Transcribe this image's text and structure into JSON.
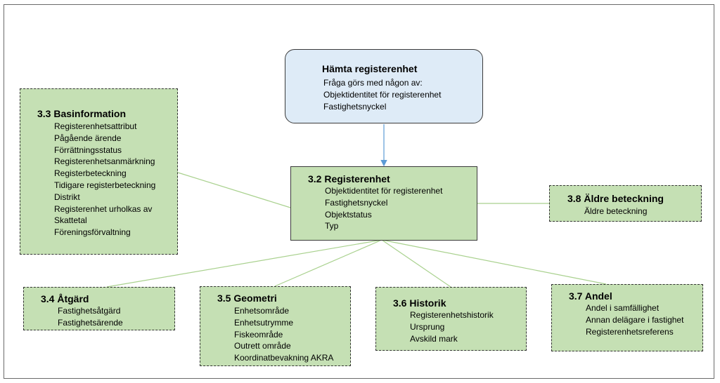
{
  "colors": {
    "green_box": "#c5e0b4",
    "blue_box": "#deebf7",
    "connector": "#a9d18e",
    "arrow": "#5b9bd5"
  },
  "root": {
    "title": "Hämta registerenhet",
    "items": [
      "Fråga görs med någon av:",
      "Objektidentitet för registerenhet",
      "Fastighetsnyckel"
    ]
  },
  "registerenhet": {
    "title": "3.2 Registerenhet",
    "items": [
      "Objektidentitet för registerenhet",
      "Fastighetsnyckel",
      "Objektstatus",
      "Typ"
    ]
  },
  "basinformation": {
    "title": "3.3 Basinformation",
    "items": [
      "Registerenhetsattribut",
      "Pågående ärende",
      "Förrättningsstatus",
      "Registerenhetsanmärkning",
      "Registerbeteckning",
      "Tidigare registerbeteckning",
      "Distrikt",
      "Registerenhet urholkas av",
      "Skattetal",
      "Föreningsförvaltning"
    ]
  },
  "aldre": {
    "title": "3.8 Äldre beteckning",
    "items": [
      "Äldre beteckning"
    ]
  },
  "atgard": {
    "title": "3.4 Åtgärd",
    "items": [
      "Fastighetsåtgärd",
      "Fastighetsärende"
    ]
  },
  "geometri": {
    "title": "3.5 Geometri",
    "items": [
      "Enhetsområde",
      "Enhetsutrymme",
      "Fiskeområde",
      "Outrett område",
      "Koordinatbevakning AKRA"
    ]
  },
  "historik": {
    "title": "3.6 Historik",
    "items": [
      "Registerenhetshistorik",
      "Ursprung",
      "Avskild mark"
    ]
  },
  "andel": {
    "title": "3.7 Andel",
    "items": [
      "Andel i samfällighet",
      "Annan delägare i fastighet",
      "Registerenhetsreferens"
    ]
  }
}
